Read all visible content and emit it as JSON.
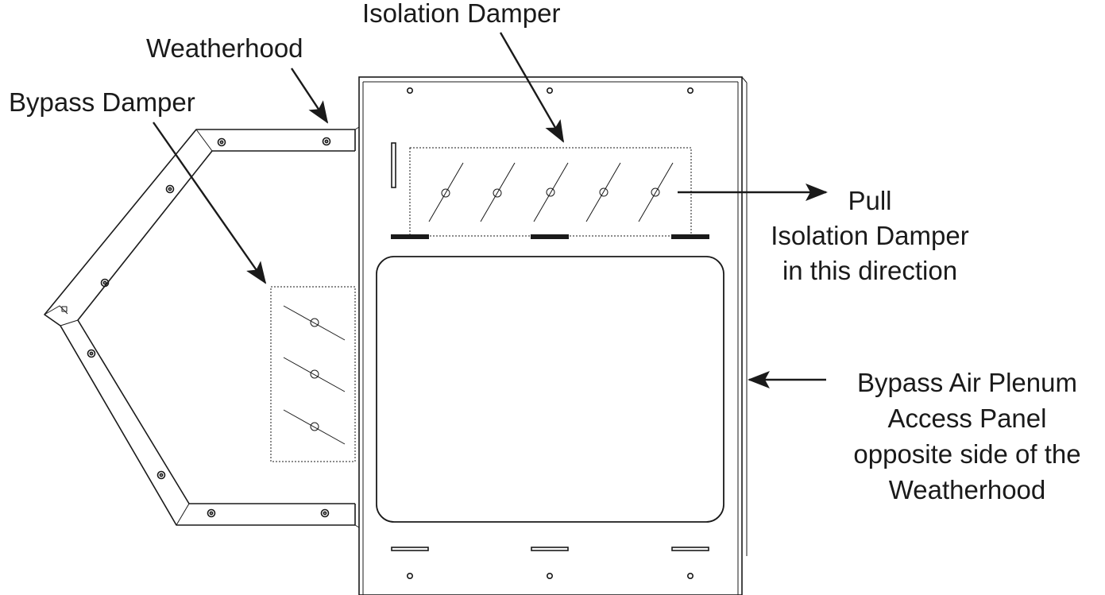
{
  "labels": {
    "isolation_damper": "Isolation Damper",
    "weatherhood": "Weatherhood",
    "bypass_damper": "Bypass Damper",
    "pull_direction": [
      "Pull",
      "Isolation Damper",
      "in this direction"
    ],
    "bypass_access_panel": [
      "Bypass Air Plenum",
      "Access Panel",
      "opposite side of the",
      "Weatherhood"
    ]
  },
  "colors": {
    "line": "#1a1a1a",
    "background": "#ffffff"
  }
}
